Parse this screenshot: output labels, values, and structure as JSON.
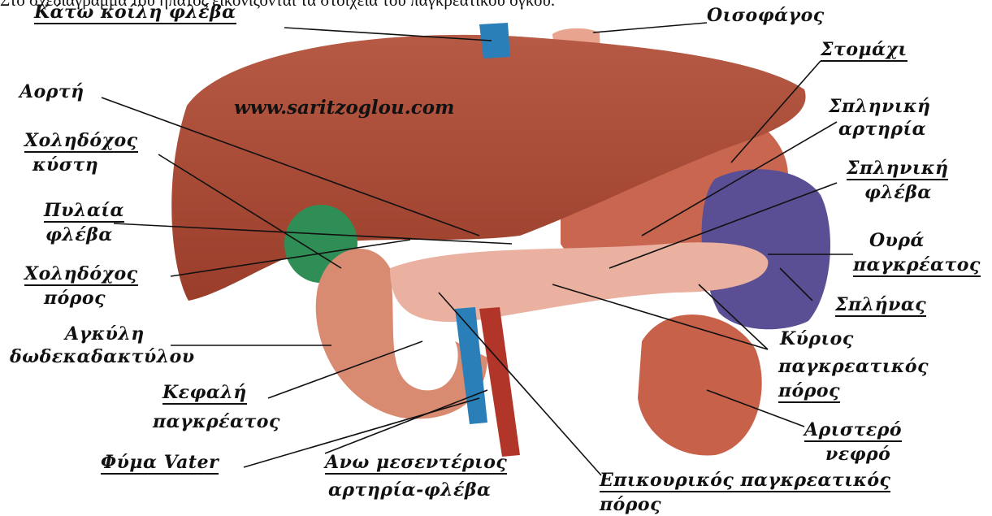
{
  "caption": "Στο σχεδιάγραμμα του ήπατος εικονίζονται τα στοιχεία του παγκρεατικού όγκου.",
  "watermark": "www.saritzoglou.com",
  "colors": {
    "liver": "#9a3d2a",
    "liver_highlight": "#b65a45",
    "vena_cava": "#2a7fb8",
    "gallbladder": "#2f8e55",
    "pancreas": "#eab0a0",
    "spleen": "#5a4f94",
    "kidney": "#c8614a",
    "aorta": "#b2352a",
    "esophagus": "#e8a48e"
  },
  "labels": {
    "vena_cava": "Κάτω κοίλη φλέβα",
    "esophagus": "Οισοφάγος",
    "stomach": "Στομάχι",
    "aorta": "Αορτή",
    "splenic_artery_1": "Σπληνική",
    "splenic_artery_2": "αρτηρία",
    "gallbladder_1": "Χοληδόχος",
    "gallbladder_2": "κύστη",
    "splenic_vein_1": "Σπληνική",
    "splenic_vein_2": "φλέβα",
    "portal_vein_1": "Πυλαία",
    "portal_vein_2": "φλέβα",
    "pancreas_tail_1": "Ουρά",
    "pancreas_tail_2": "παγκρέατος",
    "bile_duct_1": "Χοληδόχος",
    "bile_duct_2": "πόρος",
    "spleen": "Σπλήνας",
    "duodenum_1": "Αγκύλη",
    "duodenum_2": "δωδεκαδακτύλου",
    "main_duct_1": "Κύριος",
    "main_duct_2": "παγκρεατικός",
    "main_duct_3": "πόρος",
    "pancreas_head_1": "Κεφαλή",
    "pancreas_head_2": "παγκρέατος",
    "left_kidney_1": "Αριστερό",
    "left_kidney_2": "νεφρό",
    "vater": "Φύμα Vater",
    "mesenteric_1": "Ανω μεσεντέριος",
    "mesenteric_2": "αρτηρία-φλέβα",
    "accessory_duct_1": "Επικουρικός παγκρεατικός",
    "accessory_duct_2": "πόρος"
  }
}
